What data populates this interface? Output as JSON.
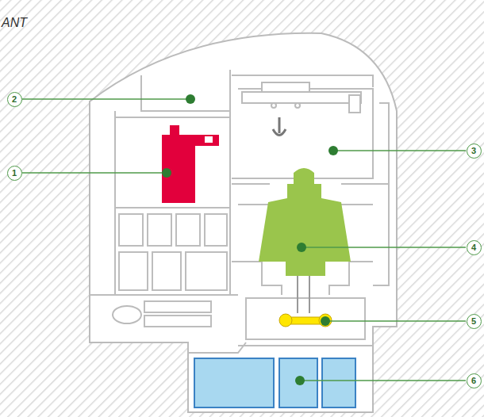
{
  "diagram": {
    "labels": [
      "ANT",
      "2",
      "3",
      "1",
      "4",
      "5",
      "6"
    ]
  }
}
